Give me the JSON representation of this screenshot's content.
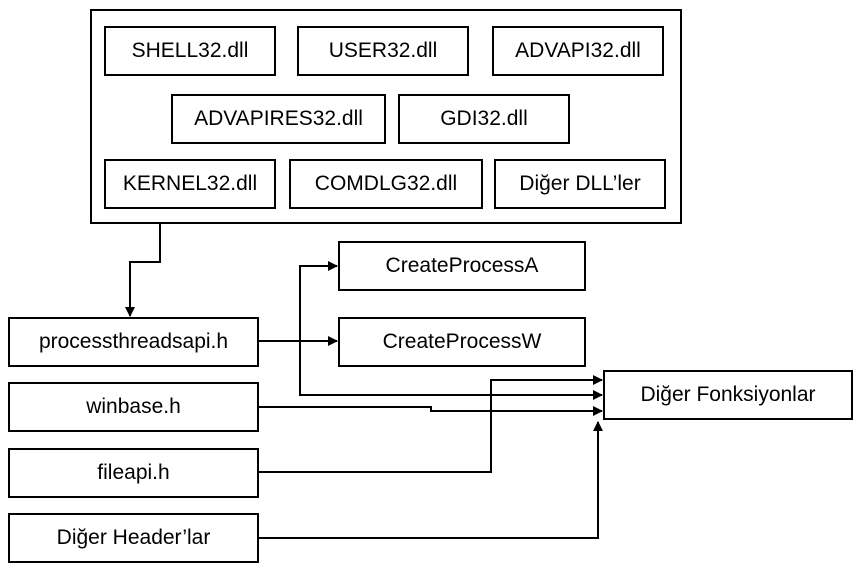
{
  "dll_group": {
    "dlls": [
      "SHELL32.dll",
      "USER32.dll",
      "ADVAPI32.dll",
      "ADVAPIRES32.dll",
      "GDI32.dll",
      "KERNEL32.dll",
      "COMDLG32.dll",
      "Diğer DLL’ler"
    ]
  },
  "headers": [
    "processthreadsapi.h",
    "winbase.h",
    "fileapi.h",
    "Diğer Header’lar"
  ],
  "functions": {
    "create_process_a": "CreateProcessA",
    "create_process_w": "CreateProcessW",
    "other": "Diğer Fonksiyonlar"
  },
  "colors": {
    "stroke": "#000000",
    "fill": "#ffffff",
    "text": "#000000"
  }
}
